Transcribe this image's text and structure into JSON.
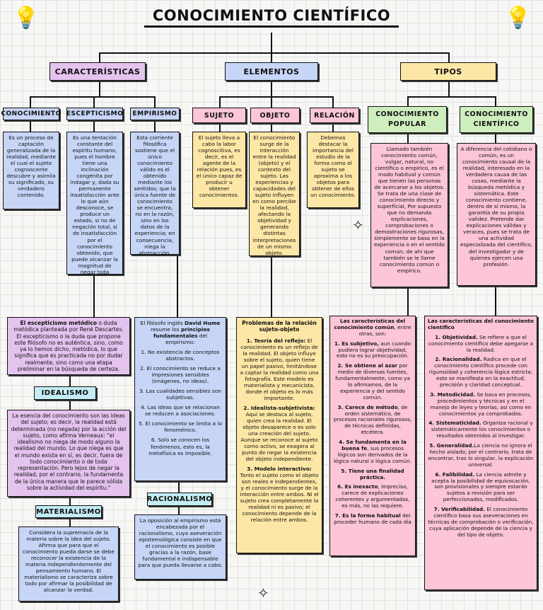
{
  "title": "CONOCIMIENTO CIENTÍFICO",
  "headers": {
    "caracteristicas": "CARACTERÍSTICAS",
    "elementos": "ELEMENTOS",
    "tipos": "TIPOS"
  },
  "sub": {
    "conocimiento": "CONOCIMIENTO",
    "escepticismo": "ESCEPTICISMO",
    "empirismo": "EMPIRISMO",
    "sujeto": "SUJETO",
    "objeto": "OBJETO",
    "relacion": "RELACIÓN",
    "popular": "CONOCIMIENTO POPULAR",
    "cientifico": "CONOCIMIENTO CIENTÍFICO",
    "idealismo": "IDEALISMO",
    "materialismo": "MATERIALISMO",
    "racionalismo": "RACIONALISMO"
  },
  "text": {
    "conocimiento": "Es un proceso de captación generalizada de la realidad, mediante el cual el sujeto cognoscente descubre y asimila su significado, su verdadero contenido.",
    "escepticismo": "Es una tentación constante del espíritu humano, pues el hombre tiene una inclinación congénita por indagar y, dada su permanente insatisfacción ante lo que aún desconoce, se produce un estado, si no de negación total, sí de insatisfacción por el conocimiento obtenido, que puede alcanzar la magnitud de negar toda posibilidad de conocer.",
    "empirismo": "Esta corriente filosófica sostiene que el único conocimiento válido es el obtenido mediante los sentidos; que la única fuente de conocimiento se encuentra, no en la razón, sino en los datos de la experiencia; en consecuencia, niega la abstracción.",
    "sujeto": "El sujeto lleva a cabo la labor cognoscitiva, es decir, es el agente de la relación pues, es el único capaz de producir u obtener conocimientos.",
    "objeto": "El conocimiento surge de la interacción entre la realidad (objeto) y el contexto del sujeto. Las experiencias y capacidades del sujeto influyen en como percibe la realidad, afectando la objetividad y generando distintas interpretaciones de un mismo objeto.",
    "relacion": "Debemos destacar la importancia del estudio de la forma como el sujeto se aproxima a los objetos para obtener de ellos un conocimiento.",
    "popular": "Llamado también conocimiento común, vulgar, natural, no científico o empírico, es el modo habitual y común que tienen las personas de acercarse a los objetos. Se trata de una clase de conocimiento directo y superficial, Por supuesto que no demanda explicaciones, comprobaciones o demostraciones rigurosas, simplemente se basa en la experiencia o en el sentido común; de ahí que también se le llame conocimiento común o empírico.",
    "cientifico": "A diferencia del cotidiano o común, es un conocimiento causal de la realidad, interesado en la verdadera causa de las cosas, mediante la búsqueda metódica y sistemática. Este conocimiento contiene, dentro de sí mismo, la garantía de su propia validez. Pretende dar explicaciones válidas y veraces, pues se trata de una actividad especializada del científico, del investigador y de quienes ejercen una profesión.",
    "esc_lead": "El escepticismo metódico",
    "esc_rest": " o duda metódica planteada por René Descartes. El escepticismo o la duda que propone este filósofo no es auténtica, sino, como ya lo hemos dicho, metódica, lo que significa que es practicada no por dudar realmente, sino como una etapa preliminar en la búsqueda de certeza.",
    "idealismo": "La esencia del conocimiento son las ideas del sujeto; es decir, la realidad está determinada (no negada) por la acción del sujeto, como afirma Verneaux: \"el idealismo no niega de modo alguno la realidad del mundo. Lo que niega es que el mundo exista en sí, es decir, fuera de todo conocimiento o de toda representación. Pero lejos de negar la realidad, por el contrario, la fundamenta de la única manera que le parece sólida sobre la actividad del espíritu.\"",
    "materialismo": "Considera la supremacía de la materia sobre la idea del sujeto. Afirma que para que el conocimiento pueda darse se debe reconocer la existencia de la materia independientemente del pensamiento humano. El materialismo se caracteriza sobre todo por afirmar la posibilidad de alcanzar la verdad.",
    "racionalismo": "La oposición al empirismo está encabezada por el racionalismo, cuya aseveración epistemológica consiste en que el conocimiento es posible gracias a la razón, base fundamental e indispensable para que pueda llevarse a cabo."
  },
  "hume": {
    "intro_a": "El filósofo inglés ",
    "intro_b": "David Hume",
    "intro_c": " resume los ",
    "intro_d": "principios fundamentales",
    "intro_e": " del empirismo:",
    "items": [
      "1. No existencia de conceptos abstractos.",
      "2. El conocimiento se reduce a impresiones sensibles (imágenes, no ideas).",
      "3. Las cualidades sensibles son subjetivas.",
      "4. Las ideas que se relacionan se reducen a asociaciones.",
      "5. El conocimiento se limita a lo fenoménico.",
      "6. Solo se conocen los fenómenos, esto es, la metafísica es imposible."
    ]
  },
  "problemas": {
    "title": "Problemas de la relación sujeto-objeto",
    "items": [
      {
        "head": "1. Teoría del reflejo:",
        "body": " El conocimiento es un reflejo de la realidad. El objeto influye sobre el sujeto, quien tiene un papel pasivo, limitándose a captar la realidad como una fotografía. Este modelo es materialista y mecanicista, donde el objeto es lo más importante."
      },
      {
        "head": "2. Idealista-subjetivista:",
        "body": " Aquí se destaca al sujeto, quien crea la realidad. El objeto desaparece o es solo una creación del sujeto. Aunque se reconoce al sujeto como activo, se exagera al punto de negar la existencia del objeto independiente."
      },
      {
        "head": "3. Modelo interactivo:",
        "body": " Tanto el sujeto como el objeto son reales e independientes, y el conocimiento surge de la interacción entre ambos. Ni el sujeto crea completamente la realidad ni es pasivo; el conocimiento depende de la relación entre ambos."
      }
    ]
  },
  "comun": {
    "title_a": "Las características del conocimiento común",
    "title_b": ", entre otras, son:",
    "items": [
      {
        "head": "1. Es subjetivo,",
        "body": " aun cuando pudiera lograr objetividad, esto no es su preocupación."
      },
      {
        "head": "2. Se obtiene al azar",
        "body": " por medio de diversas fuentes, fundamentalmente, como ya lo afirmamos, de la experiencia y del sentido común."
      },
      {
        "head": "3. Carece de método",
        "body": ", de orden sistemático, de procesos racionales rigurosos, de técnicas definidas, etcétera."
      },
      {
        "head": "4. Se fundamenta en la buena fe",
        "body": ", sus procesos lógicos son derivados de la lógica natural o lógica común."
      },
      {
        "head": "5. Tiene una finalidad práctica.",
        "body": ""
      },
      {
        "head": "6. Es inexacto",
        "body": ", impreciso, carece de explicaciones coherentes y argumentadas, es más, no las requiere."
      },
      {
        "head": "7. Es la forma habitual",
        "body": " del proceder humano de cada día"
      }
    ]
  },
  "cient": {
    "title": "Las características del conocimiento científico",
    "items": [
      {
        "head": "1. Objetividad.",
        "body": " Se refiere a que el conocimiento científico debe apegarse a la realidad."
      },
      {
        "head": "2. Racionalidad.",
        "body": " Radica en que el conocimiento científico procede con rigurosidad y coherencia lógica estricta; esto se manifiesta en la exactitud, precisión y claridad conceptual."
      },
      {
        "head": "3. Metodicidad.",
        "body": " Se basa en procesos, procedimientos y técnicas y en el manejo de leyes y teorías, así como en conocimientos ya comprobados."
      },
      {
        "head": "4. Sistematicidad.",
        "body": " Organiza racional y sistemáticamente los conocimientos o resultados obtenidos al investigar."
      },
      {
        "head": "5. Generalidad.",
        "body": "La ciencia no ignora el hecho aislado; por el contrario, trata de encontrar, tras lo singular, la explicación universal."
      },
      {
        "head": "6. Falibilidad.",
        "body": " La ciencia admite y acepta la posibilidad de equivocación, son provisionales y siempre estarán sujetos a revisión para ser perfeccionados, modificados."
      },
      {
        "head": "7. Verificabilidad.",
        "body": " El conocimiento científico basa sus aseveraciones en técnicas de comprobación o verificación, cuya aplicación depende de la ciencia y del tipo de objeto."
      }
    ]
  },
  "colors": {
    "purple": "#e4c3ee",
    "blue": "#c7d5f7",
    "yellow": "#fde7a6",
    "pink": "#fcc6d6",
    "green": "#cfeebe",
    "cyan": "#c3ecf4"
  },
  "icons": [
    "lightbulb-icon",
    "sparkle-icon"
  ]
}
